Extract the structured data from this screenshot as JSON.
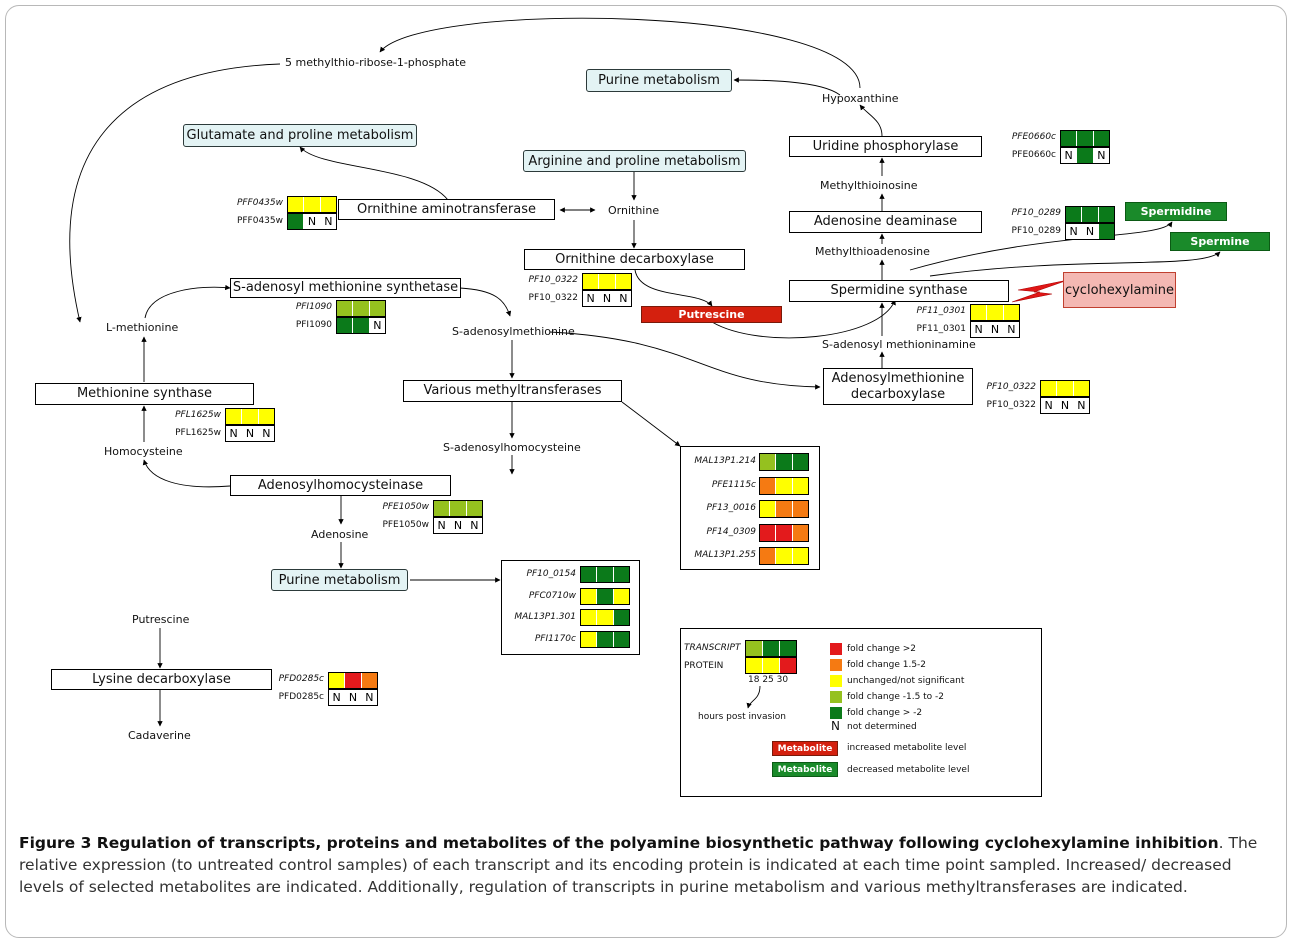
{
  "colors": {
    "red": "#e31a1c",
    "orange": "#f57a12",
    "yellow": "#ffff00",
    "light_green": "#95c11f",
    "dark_green": "#0b7a1a",
    "metabolite_increased": "#d4200e",
    "metabolite_decreased": "#1a8a2a",
    "pathway_fill": "#e3f3f4",
    "inhibitor_fill": "#f4b8b3",
    "lightning": "#e01616"
  },
  "diagram": {
    "metabolites": {
      "mtr1p": "5 methylthio-ribose-1-phosphate",
      "hypoxanthine": "Hypoxanthine",
      "methylthioinosine": "Methylthioinosine",
      "methylthioadenosine": "Methylthioadenosine",
      "ornithine": "Ornithine",
      "l_methionine": "L-methionine",
      "sam": "S-adenosylmethionine",
      "sah": "S-adenosylhomocysteine",
      "homocysteine": "Homocysteine",
      "adenosine": "Adenosine",
      "putrescine_top": "Putrescine",
      "cadaverine": "Cadaverine",
      "dcsam": "S-adenosyl methioninamine"
    },
    "enzymes": {
      "upp": "Uridine phosphorylase",
      "ada": "Adenosine deaminase",
      "oat": "Ornithine aminotransferase",
      "odc": "Ornithine decarboxylase",
      "spds": "Spermidine synthase",
      "sams": "S-adenosyl methionine synthetase",
      "ms": "Methionine synthase",
      "vmt": "Various methyltransferases",
      "adomet_dc_1": "Adenosylmethionine",
      "adomet_dc_2": "decarboxylase",
      "sahh": "Adenosylhomocysteinase",
      "ldc": "Lysine decarboxylase"
    },
    "pathways": {
      "purine_top": "Purine metabolism",
      "glutamate": "Glutamate and proline metabolism",
      "arginine": "Arginine and proline metabolism",
      "purine_bottom": "Purine metabolism"
    },
    "highlighted": {
      "spermidine": "Spermidine",
      "spermine": "Spermine",
      "putrescine": "Putrescine",
      "cyclohexylamine": "cyclohexylamine"
    },
    "expression": {
      "upp": {
        "t_label": "PFE0660c",
        "t": [
          "dark_green",
          "dark_green",
          "dark_green"
        ],
        "p_label": "PFE0660c",
        "p": [
          "N",
          "dark_green",
          "N"
        ]
      },
      "ada": {
        "t_label": "PF10_0289",
        "t": [
          "dark_green",
          "dark_green",
          "dark_green"
        ],
        "p_label": "PF10_0289",
        "p": [
          "N",
          "N",
          "dark_green"
        ]
      },
      "oat": {
        "t_label": "PFF0435w",
        "t": [
          "yellow",
          "yellow",
          "yellow"
        ],
        "p_label": "PFF0435w",
        "p": [
          "dark_green",
          "N",
          "N"
        ]
      },
      "odc": {
        "t_label": "PF10_0322",
        "t": [
          "yellow",
          "yellow",
          "yellow"
        ],
        "p_label": "PF10_0322",
        "p": [
          "N",
          "N",
          "N"
        ]
      },
      "spds": {
        "t_label": "PF11_0301",
        "t": [
          "yellow",
          "yellow",
          "yellow"
        ],
        "p_label": "PF11_0301",
        "p": [
          "N",
          "N",
          "N"
        ]
      },
      "sams": {
        "t_label": "PFI1090",
        "t": [
          "light_green",
          "light_green",
          "light_green"
        ],
        "p_label": "PFI1090",
        "p": [
          "dark_green",
          "dark_green",
          "N"
        ]
      },
      "ms": {
        "t_label": "PFL1625w",
        "t": [
          "yellow",
          "yellow",
          "yellow"
        ],
        "p_label": "PFL1625w",
        "p": [
          "N",
          "N",
          "N"
        ]
      },
      "adomet": {
        "t_label": "PF10_0322",
        "t": [
          "yellow",
          "yellow",
          "yellow"
        ],
        "p_label": "PF10_0322",
        "p": [
          "N",
          "N",
          "N"
        ]
      },
      "sahh": {
        "t_label": "PFE1050w",
        "t": [
          "light_green",
          "light_green",
          "light_green"
        ],
        "p_label": "PFE1050w",
        "p": [
          "N",
          "N",
          "N"
        ]
      },
      "ldc": {
        "t_label": "PFD0285c",
        "t": [
          "yellow",
          "red",
          "orange"
        ],
        "p_label": "PFD0285c",
        "p": [
          "N",
          "N",
          "N"
        ]
      }
    },
    "methyltransferases": [
      {
        "label": "MAL13P1.214",
        "cells": [
          "light_green",
          "dark_green",
          "dark_green"
        ]
      },
      {
        "label": "PFE1115c",
        "cells": [
          "orange",
          "yellow",
          "yellow"
        ]
      },
      {
        "label": "PF13_0016",
        "cells": [
          "yellow",
          "orange",
          "orange"
        ]
      },
      {
        "label": "PF14_0309",
        "cells": [
          "red",
          "red",
          "orange"
        ]
      },
      {
        "label": "MAL13P1.255",
        "cells": [
          "orange",
          "yellow",
          "yellow"
        ]
      }
    ],
    "purine_genes": [
      {
        "label": "PF10_0154",
        "cells": [
          "dark_green",
          "dark_green",
          "dark_green"
        ]
      },
      {
        "label": "PFC0710w",
        "cells": [
          "yellow",
          "dark_green",
          "yellow"
        ]
      },
      {
        "label": "MAL13P1.301",
        "cells": [
          "yellow",
          "yellow",
          "dark_green"
        ]
      },
      {
        "label": "PFI1170c",
        "cells": [
          "yellow",
          "dark_green",
          "dark_green"
        ]
      }
    ],
    "legend": {
      "transcript_label": "TRANSCRIPT",
      "protein_label": "PROTEIN",
      "transcript_cells": [
        "light_green",
        "dark_green",
        "dark_green"
      ],
      "protein_cells": [
        "yellow",
        "yellow",
        "red"
      ],
      "timepoints": "18 25 30",
      "hours_label": "hours post invasion",
      "items": [
        {
          "color": "red",
          "text": "fold change >2"
        },
        {
          "color": "orange",
          "text": "fold change 1.5-2"
        },
        {
          "color": "yellow",
          "text": "unchanged/not significant"
        },
        {
          "color": "light_green",
          "text": "fold change -1.5 to -2"
        },
        {
          "color": "dark_green",
          "text": "fold change > -2"
        }
      ],
      "nd_symbol": "N",
      "nd_text": "not determined",
      "metabolite_label": "Metabolite",
      "increased_text": "increased metabolite level",
      "decreased_text": "decreased metabolite level"
    }
  },
  "caption": {
    "figure_number": "Figure 3",
    "title": " Regulation of transcripts, proteins and metabolites of the polyamine biosynthetic pathway following cyclohexylamine inhibition",
    "body": ". The relative expression (to untreated control samples) of each transcript and its encoding protein is indicated at each time point sampled. Increased/ decreased levels of selected metabolites are indicated. Additionally, regulation of transcripts in purine metabolism and various methyltransferases are indicated."
  }
}
